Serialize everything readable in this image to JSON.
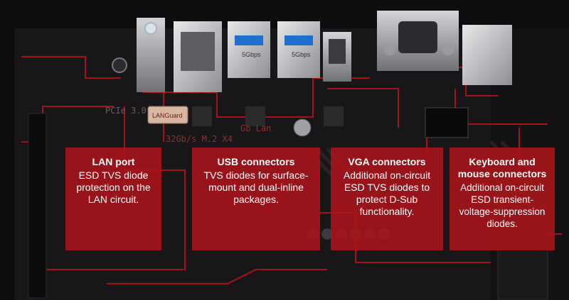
{
  "board": {
    "silk_pcie": "PCIe 3.0",
    "silk_m2": "32Gb/s M.2 X4",
    "silk_lan": "Gb Lan",
    "chip_label": "LANGuard",
    "usb_port_label_1": "5Gbps",
    "usb_port_label_2": "5Gbps",
    "accent_color": "#c8141c"
  },
  "callouts": [
    {
      "title": "LAN port",
      "text": "ESD TVS diode protection on the LAN circuit."
    },
    {
      "title": "USB connectors",
      "text": "TVS diodes for surface-mount and dual-inline packages."
    },
    {
      "title": "VGA connectors",
      "text": "Additional on-circuit ESD TVS diodes to protect D-Sub functionality."
    },
    {
      "title": "Keyboard and mouse connectors",
      "text": "Additional on-circuit ESD transient-voltage-suppression diodes."
    }
  ]
}
